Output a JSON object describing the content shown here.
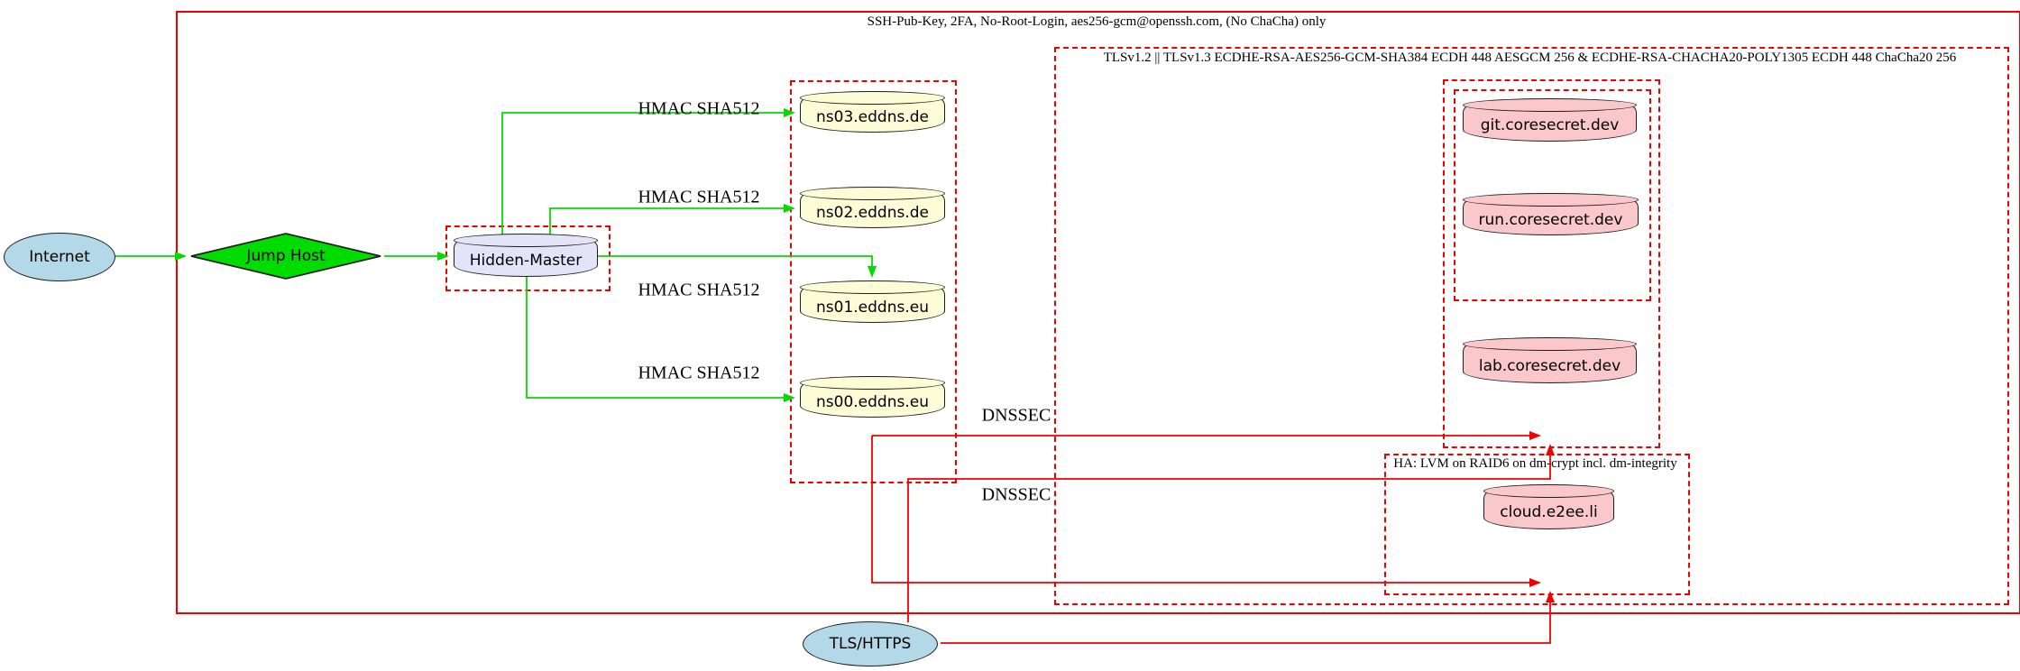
{
  "diagram": {
    "clusters": {
      "ssh_label": "SSH-Pub-Key, 2FA, No-Root-Login, aes256-gcm@openssh.com, (No ChaCha) only",
      "tls_label": "TLSv1.2 || TLSv1.3 ECDHE-RSA-AES256-GCM-SHA384 ECDH 448 AESGCM 256 & ECDHE-RSA-CHACHA20-POLY1305 ECDH 448 ChaCha20 256",
      "ha_label": "HA: LVM on RAID6 on dm-crypt incl. dm-integrity"
    },
    "nodes": {
      "internet": {
        "label": "Internet"
      },
      "jump_host": {
        "label": "Jump Host"
      },
      "hidden_master": {
        "label": "Hidden-Master"
      },
      "ns03": {
        "label": "ns03.eddns.de"
      },
      "ns02": {
        "label": "ns02.eddns.de"
      },
      "ns01": {
        "label": "ns01.eddns.eu"
      },
      "ns00": {
        "label": "ns00.eddns.eu"
      },
      "git": {
        "label": "git.coresecret.dev"
      },
      "run": {
        "label": "run.coresecret.dev"
      },
      "lab": {
        "label": "lab.coresecret.dev"
      },
      "cloud": {
        "label": "cloud.e2ee.li"
      },
      "tls_https": {
        "label": "TLS/HTTPS"
      }
    },
    "edge_labels": {
      "hmac": "HMAC SHA512",
      "dnssec": "DNSSEC"
    },
    "colors": {
      "cluster_border": "#f20000",
      "edge_secure": "#00dc00",
      "edge_dnssec": "#f20000",
      "fill_internet": "#b3d8e8",
      "fill_gateway": "#00dc00",
      "fill_master": "#e4e4f8",
      "fill_dns": "#fcfcd6",
      "fill_service": "#fac8ca"
    }
  }
}
